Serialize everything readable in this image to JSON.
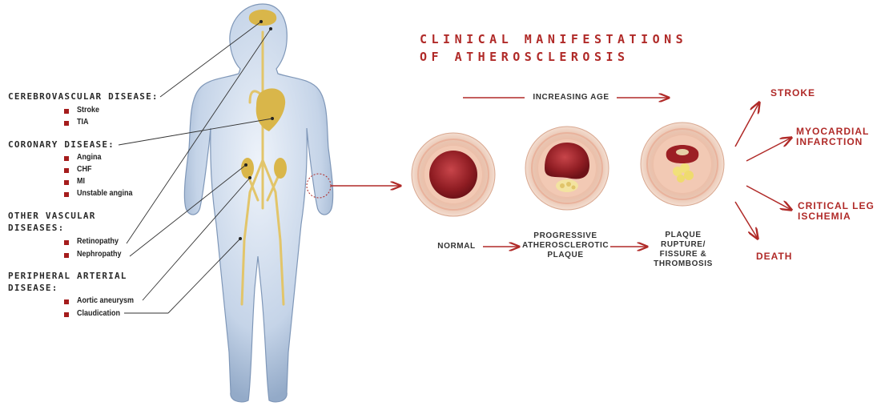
{
  "title": [
    "CLINICAL MANIFESTATIONS",
    "OF ATHEROSCLEROSIS"
  ],
  "left_groups": [
    {
      "heading": [
        "CEREBROVASCULAR DISEASE:"
      ],
      "items": [
        "Stroke",
        "TIA"
      ]
    },
    {
      "heading": [
        "CORONARY DISEASE:"
      ],
      "items": [
        "Angina",
        "CHF",
        "MI",
        "Unstable angina"
      ]
    },
    {
      "heading": [
        "OTHER VASCULAR",
        "DISEASES:"
      ],
      "items": [
        "Retinopathy",
        "Nephropathy"
      ]
    },
    {
      "heading": [
        "PERIPHERAL ARTERIAL",
        "DISEASE:"
      ],
      "items": [
        "Aortic aneurysm",
        "Claudication"
      ]
    }
  ],
  "increasing_age": "INCREASING AGE",
  "stages": [
    {
      "label": "NORMAL"
    },
    {
      "label": "PROGRESSIVE ATHEROSCLEROTIC PLAQUE"
    },
    {
      "label": "PLAQUE RUPTURE/ FISSURE & THROMBOSIS"
    }
  ],
  "outcomes": [
    "STROKE",
    "MYOCARDIAL INFARCTION",
    "CRITICAL LEG ISCHEMIA",
    "DEATH"
  ],
  "colors": {
    "accent": "#b02a28",
    "bullet": "#a51c1c",
    "body": "#c8d6e8",
    "organ": "#d9b64a"
  }
}
